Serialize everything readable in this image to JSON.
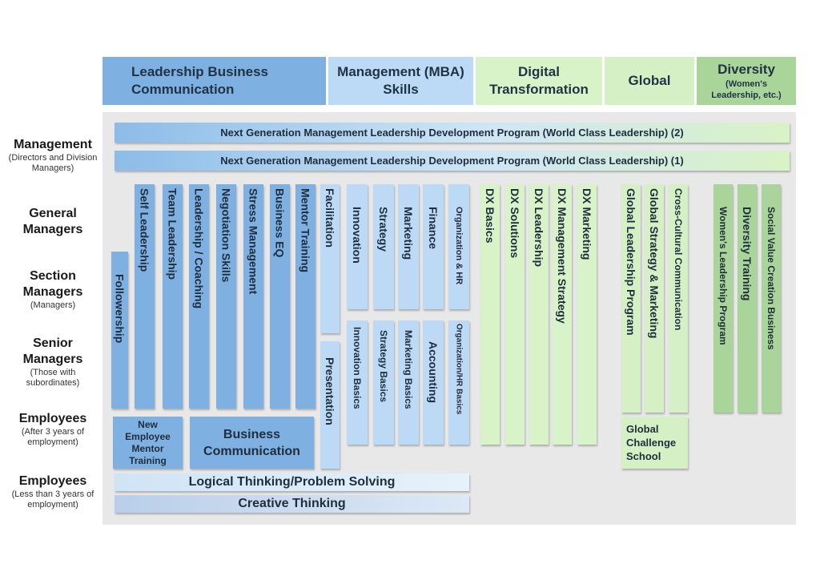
{
  "headers": [
    {
      "label": "Leadership Business Communication"
    },
    {
      "label": "Management (MBA) Skills"
    },
    {
      "label": "Digital Transformation"
    },
    {
      "label": "Global"
    },
    {
      "label": "Diversity",
      "sub": "(Women's Leadership, etc.)"
    }
  ],
  "rows": [
    {
      "label": "Management",
      "sub": "(Directors and Division Managers)"
    },
    {
      "label": "General Managers",
      "sub": ""
    },
    {
      "label": "Section Managers",
      "sub": "(Managers)"
    },
    {
      "label": "Senior Managers",
      "sub": "(Those with subordinates)"
    },
    {
      "label": "Employees",
      "sub": "(After 3 years of employment)"
    },
    {
      "label": "Employees",
      "sub": "(Less than 3 years of employment)"
    }
  ],
  "management_programs": [
    "Next Generation Management Leadership Development Program (World Class Leadership) (2)",
    "Next Generation Management Leadership Development Program (World Class Leadership) (1)"
  ],
  "leadership": {
    "followership": "Followership",
    "vertical": [
      "Self Leadership",
      "Team Leadership",
      "Leadership / Coaching",
      "Negotiation Skills",
      "Stress Management",
      "Business EQ",
      "Mentor Training"
    ],
    "new_employee_mentor": "New Employee Mentor Training",
    "business_communication": "Business Communication"
  },
  "mba": {
    "facilitation": "Facilitation",
    "presentation": "Presentation",
    "upper": [
      "Innovation",
      "Strategy",
      "Marketing",
      "Finance",
      "Organization & HR"
    ],
    "lower": [
      "Innovation Basics",
      "Strategy Basics",
      "Marketing Basics",
      "Accounting",
      "Organization/HR Basics"
    ]
  },
  "digital": [
    "DX Basics",
    "DX Solutions",
    "DX Leadership",
    "DX Management Strategy",
    "DX Marketing"
  ],
  "global": {
    "vertical": [
      "Global Leadership Program",
      "Global Strategy & Marketing",
      "Cross-Cultural Communication"
    ],
    "challenge_school": "Global Challenge School"
  },
  "diversity": [
    "Women's Leadership Program",
    "Diversity Training",
    "Social Value Creation Business"
  ],
  "basic_skills": [
    "Logical Thinking/Problem Solving",
    "Creative Thinking"
  ]
}
